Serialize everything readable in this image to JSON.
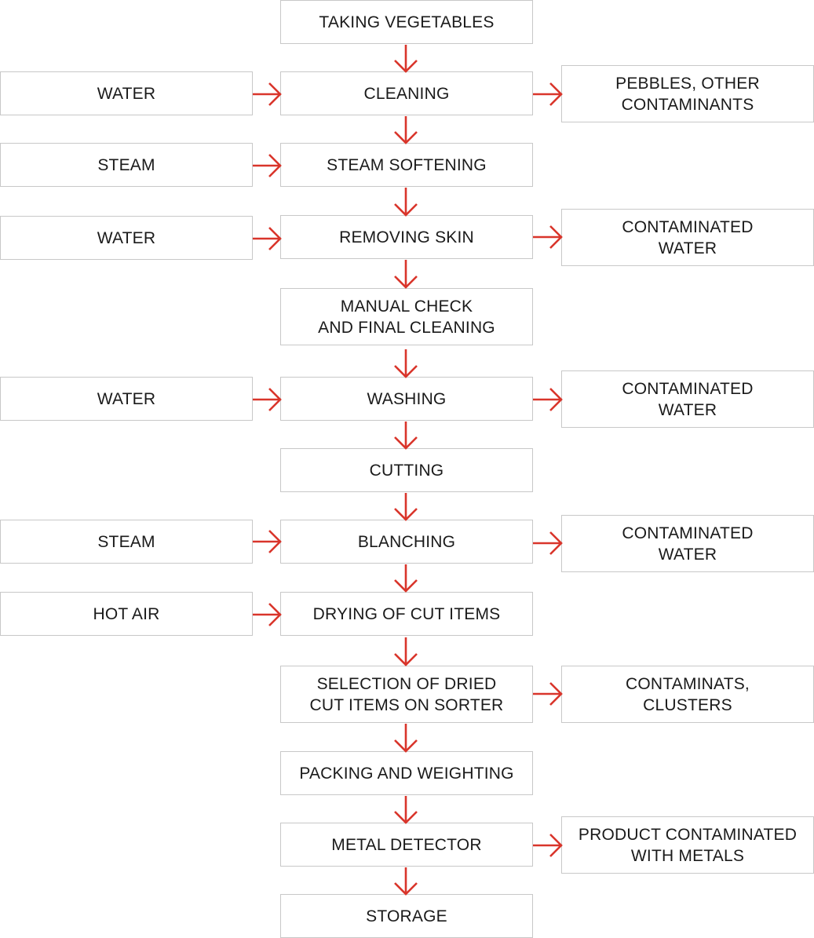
{
  "colors": {
    "arrow": "#d9352b",
    "box_border": "#c8c8c8",
    "text": "#1a1a1a"
  },
  "steps": [
    {
      "label": "TAKING VEGETABLES"
    },
    {
      "label": "CLEANING",
      "input": "WATER",
      "output": "PEBBLES, OTHER\nCONTAMINANTS"
    },
    {
      "label": "STEAM SOFTENING",
      "input": "STEAM"
    },
    {
      "label": "REMOVING SKIN",
      "input": "WATER",
      "output": "CONTAMINATED\nWATER"
    },
    {
      "label": "MANUAL CHECK\nAND FINAL CLEANING"
    },
    {
      "label": "WASHING",
      "input": "WATER",
      "output": "CONTAMINATED\nWATER"
    },
    {
      "label": "CUTTING"
    },
    {
      "label": "BLANCHING",
      "input": "STEAM",
      "output": "CONTAMINATED\nWATER"
    },
    {
      "label": "DRYING OF CUT ITEMS",
      "input": "HOT AIR"
    },
    {
      "label": "SELECTION OF DRIED\nCUT ITEMS ON SORTER",
      "output": "CONTAMINATS,\nCLUSTERS"
    },
    {
      "label": "PACKING AND WEIGHTING"
    },
    {
      "label": "METAL DETECTOR",
      "output": "PRODUCT CONTAMINATED\nWITH METALS"
    },
    {
      "label": "STORAGE"
    }
  ]
}
